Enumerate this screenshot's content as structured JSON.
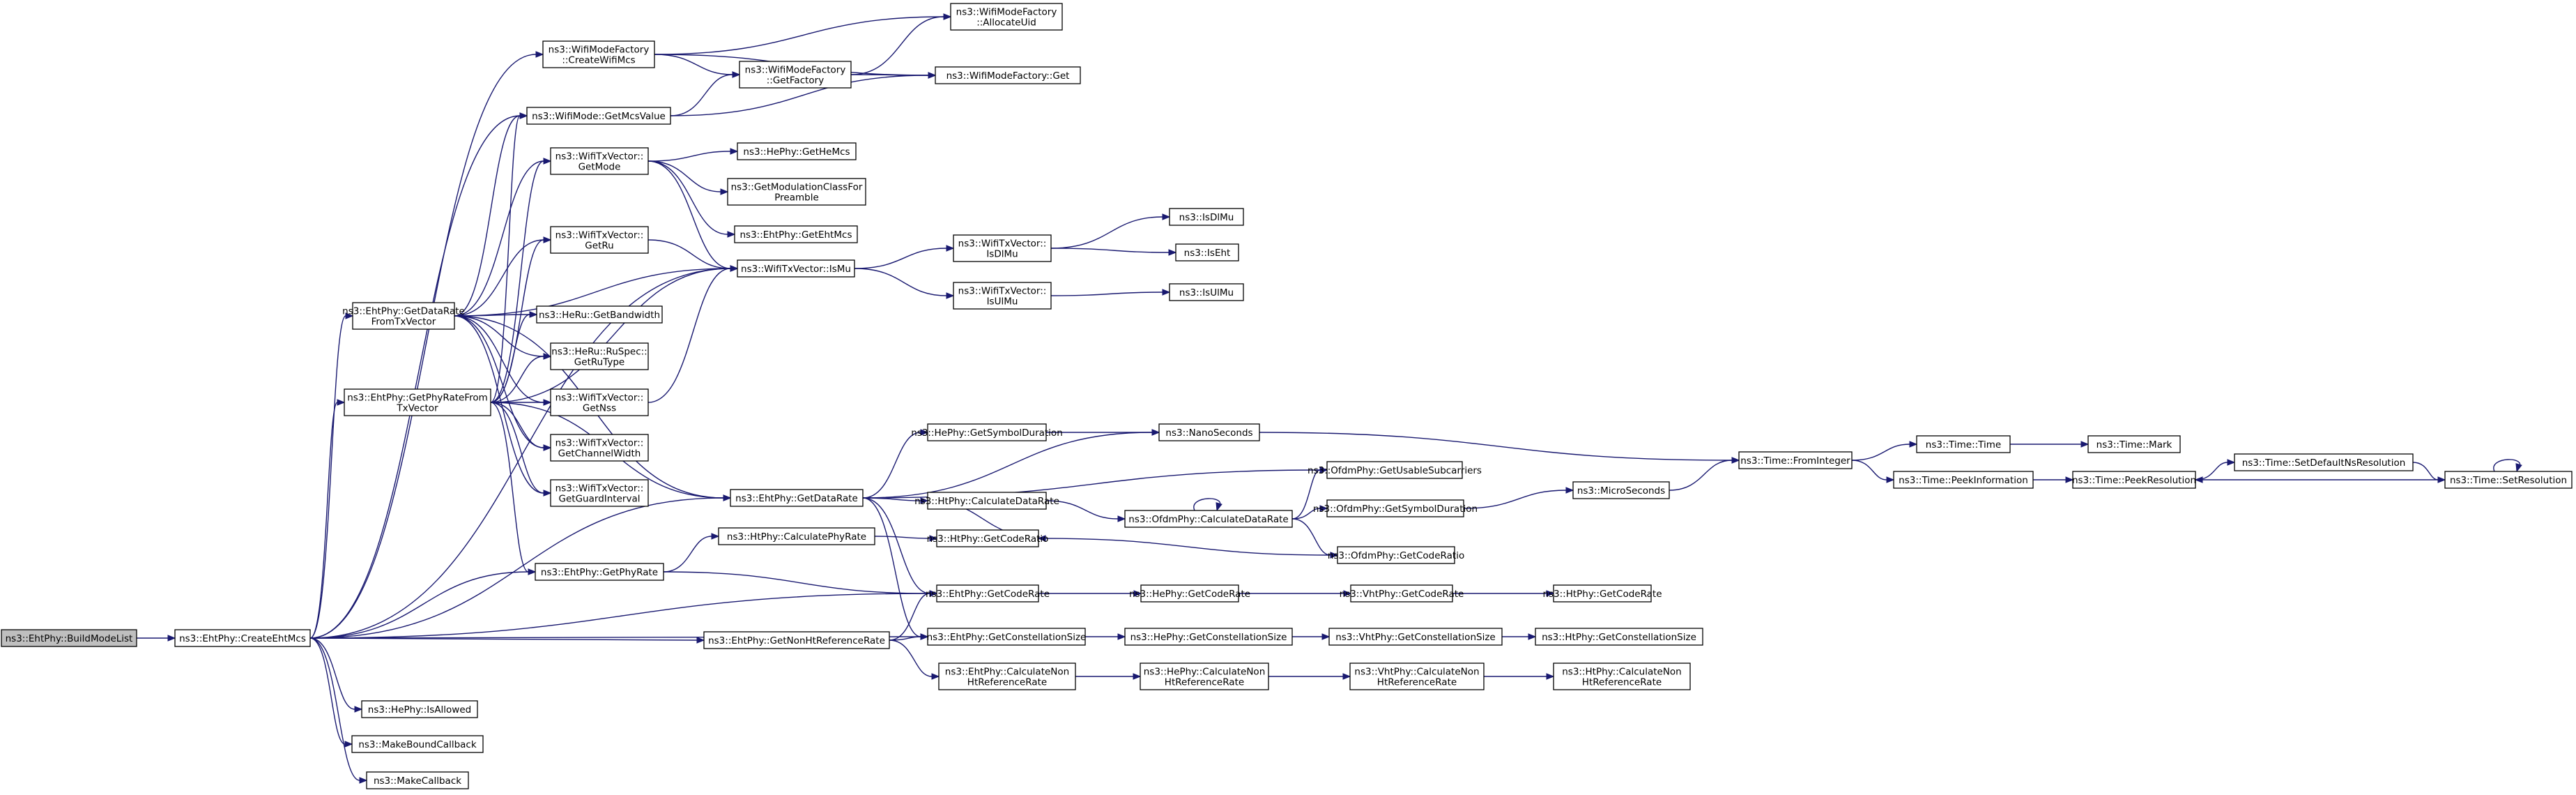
{
  "graph": {
    "nodes": [
      {
        "id": "BuildModeList",
        "lines": [
          "ns3::EhtPhy::BuildModeList"
        ],
        "root": true
      },
      {
        "id": "CreateEhtMcs",
        "lines": [
          "ns3::EhtPhy::CreateEhtMcs"
        ]
      },
      {
        "id": "CreateWifiMcs",
        "lines": [
          "ns3::WifiModeFactory",
          "::CreateWifiMcs"
        ]
      },
      {
        "id": "AllocateUid",
        "lines": [
          "ns3::WifiModeFactory",
          "::AllocateUid"
        ]
      },
      {
        "id": "GetFactory",
        "lines": [
          "ns3::WifiModeFactory",
          "::GetFactory"
        ]
      },
      {
        "id": "FactoryGet",
        "lines": [
          "ns3::WifiModeFactory::Get"
        ]
      },
      {
        "id": "GetMcsValue",
        "lines": [
          "ns3::WifiMode::GetMcsValue"
        ]
      },
      {
        "id": "GetMode",
        "lines": [
          "ns3::WifiTxVector::",
          "GetMode"
        ]
      },
      {
        "id": "GetHeMcs",
        "lines": [
          "ns3::HePhy::GetHeMcs"
        ]
      },
      {
        "id": "GetModulationClassForPreamble",
        "lines": [
          "ns3::GetModulationClassFor",
          "Preamble"
        ]
      },
      {
        "id": "GetEhtMcs",
        "lines": [
          "ns3::EhtPhy::GetEhtMcs"
        ]
      },
      {
        "id": "IsMu",
        "lines": [
          "ns3::WifiTxVector::IsMu"
        ]
      },
      {
        "id": "GetRu",
        "lines": [
          "ns3::WifiTxVector::",
          "GetRu"
        ]
      },
      {
        "id": "TxIsDlMu",
        "lines": [
          "ns3::WifiTxVector::",
          "IsDlMu"
        ]
      },
      {
        "id": "TxIsUlMu",
        "lines": [
          "ns3::WifiTxVector::",
          "IsUlMu"
        ]
      },
      {
        "id": "IsDlMu",
        "lines": [
          "ns3::IsDlMu"
        ]
      },
      {
        "id": "IsEht",
        "lines": [
          "ns3::IsEht"
        ]
      },
      {
        "id": "IsUlMu",
        "lines": [
          "ns3::IsUlMu"
        ]
      },
      {
        "id": "GetDataRateFromTxVector",
        "lines": [
          "ns3::EhtPhy::GetDataRate",
          "FromTxVector"
        ]
      },
      {
        "id": "GetBandwidth",
        "lines": [
          "ns3::HeRu::GetBandwidth"
        ]
      },
      {
        "id": "GetRuType",
        "lines": [
          "ns3::HeRu::RuSpec::",
          "GetRuType"
        ]
      },
      {
        "id": "GetPhyRateFromTxVector",
        "lines": [
          "ns3::EhtPhy::GetPhyRateFrom",
          "TxVector"
        ]
      },
      {
        "id": "GetNss",
        "lines": [
          "ns3::WifiTxVector::",
          "GetNss"
        ]
      },
      {
        "id": "GetChannelWidth",
        "lines": [
          "ns3::WifiTxVector::",
          "GetChannelWidth"
        ]
      },
      {
        "id": "GetGuardInterval",
        "lines": [
          "ns3::WifiTxVector::",
          "GetGuardInterval"
        ]
      },
      {
        "id": "GetSymbolDuration",
        "lines": [
          "ns3::HePhy::GetSymbolDuration"
        ]
      },
      {
        "id": "NanoSeconds",
        "lines": [
          "ns3::NanoSeconds"
        ]
      },
      {
        "id": "GetUsableSubcarriers",
        "lines": [
          "ns3::OfdmPhy::GetUsableSubcarriers"
        ]
      },
      {
        "id": "FromInteger",
        "lines": [
          "ns3::Time::FromInteger"
        ]
      },
      {
        "id": "TimeTime",
        "lines": [
          "ns3::Time::Time"
        ]
      },
      {
        "id": "TimeMark",
        "lines": [
          "ns3::Time::Mark"
        ]
      },
      {
        "id": "PeekInformation",
        "lines": [
          "ns3::Time::PeekInformation"
        ]
      },
      {
        "id": "PeekResolution",
        "lines": [
          "ns3::Time::PeekResolution"
        ]
      },
      {
        "id": "SetDefaultNsResolution",
        "lines": [
          "ns3::Time::SetDefaultNsResolution"
        ]
      },
      {
        "id": "SetResolution",
        "lines": [
          "ns3::Time::SetResolution"
        ]
      },
      {
        "id": "EhtGetDataRate",
        "lines": [
          "ns3::EhtPhy::GetDataRate"
        ]
      },
      {
        "id": "HtCalculateDataRate",
        "lines": [
          "ns3::HtPhy::CalculateDataRate"
        ]
      },
      {
        "id": "OfdmCalculateDataRate",
        "lines": [
          "ns3::OfdmPhy::CalculateDataRate"
        ]
      },
      {
        "id": "OfdmGetSymbolDuration",
        "lines": [
          "ns3::OfdmPhy::GetSymbolDuration"
        ]
      },
      {
        "id": "MicroSeconds",
        "lines": [
          "ns3::MicroSeconds"
        ]
      },
      {
        "id": "HtCalculatePhyRate",
        "lines": [
          "ns3::HtPhy::CalculatePhyRate"
        ]
      },
      {
        "id": "HtGetCodeRatio",
        "lines": [
          "ns3::HtPhy::GetCodeRatio"
        ]
      },
      {
        "id": "OfdmGetCodeRatio",
        "lines": [
          "ns3::OfdmPhy::GetCodeRatio"
        ]
      },
      {
        "id": "EhtGetPhyRate",
        "lines": [
          "ns3::EhtPhy::GetPhyRate"
        ]
      },
      {
        "id": "EhtGetCodeRate",
        "lines": [
          "ns3::EhtPhy::GetCodeRate"
        ]
      },
      {
        "id": "HeGetCodeRate",
        "lines": [
          "ns3::HePhy::GetCodeRate"
        ]
      },
      {
        "id": "VhtGetCodeRate",
        "lines": [
          "ns3::VhtPhy::GetCodeRate"
        ]
      },
      {
        "id": "HtGetCodeRate",
        "lines": [
          "ns3::HtPhy::GetCodeRate"
        ]
      },
      {
        "id": "GetNonHtReferenceRate",
        "lines": [
          "ns3::EhtPhy::GetNonHtReferenceRate"
        ]
      },
      {
        "id": "EhtGetConstellationSize",
        "lines": [
          "ns3::EhtPhy::GetConstellationSize"
        ]
      },
      {
        "id": "HeGetConstellationSize",
        "lines": [
          "ns3::HePhy::GetConstellationSize"
        ]
      },
      {
        "id": "VhtGetConstellationSize",
        "lines": [
          "ns3::VhtPhy::GetConstellationSize"
        ]
      },
      {
        "id": "HtGetConstellationSize",
        "lines": [
          "ns3::HtPhy::GetConstellationSize"
        ]
      },
      {
        "id": "EhtCalculateNonHtReferenceRate",
        "lines": [
          "ns3::EhtPhy::CalculateNon",
          "HtReferenceRate"
        ]
      },
      {
        "id": "HeCalculateNonHtReferenceRate",
        "lines": [
          "ns3::HePhy::CalculateNon",
          "HtReferenceRate"
        ]
      },
      {
        "id": "VhtCalculateNonHtReferenceRate",
        "lines": [
          "ns3::VhtPhy::CalculateNon",
          "HtReferenceRate"
        ]
      },
      {
        "id": "HtCalculateNonHtReferenceRate",
        "lines": [
          "ns3::HtPhy::CalculateNon",
          "HtReferenceRate"
        ]
      },
      {
        "id": "IsAllowed",
        "lines": [
          "ns3::HePhy::IsAllowed"
        ]
      },
      {
        "id": "MakeBoundCallback",
        "lines": [
          "ns3::MakeBoundCallback"
        ]
      },
      {
        "id": "MakeCallback",
        "lines": [
          "ns3::MakeCallback"
        ]
      }
    ],
    "edges": [
      [
        "BuildModeList",
        "CreateEhtMcs"
      ],
      [
        "CreateEhtMcs",
        "CreateWifiMcs"
      ],
      [
        "CreateEhtMcs",
        "GetMcsValue"
      ],
      [
        "CreateEhtMcs",
        "GetDataRateFromTxVector"
      ],
      [
        "CreateEhtMcs",
        "GetPhyRateFromTxVector"
      ],
      [
        "CreateEhtMcs",
        "IsMu"
      ],
      [
        "CreateEhtMcs",
        "EhtGetDataRate"
      ],
      [
        "CreateEhtMcs",
        "EhtGetPhyRate"
      ],
      [
        "CreateEhtMcs",
        "EhtGetCodeRate"
      ],
      [
        "CreateEhtMcs",
        "GetNonHtReferenceRate"
      ],
      [
        "CreateEhtMcs",
        "EhtGetConstellationSize"
      ],
      [
        "CreateEhtMcs",
        "IsAllowed"
      ],
      [
        "CreateEhtMcs",
        "MakeBoundCallback"
      ],
      [
        "CreateEhtMcs",
        "MakeCallback"
      ],
      [
        "CreateWifiMcs",
        "AllocateUid"
      ],
      [
        "CreateWifiMcs",
        "GetFactory"
      ],
      [
        "CreateWifiMcs",
        "FactoryGet"
      ],
      [
        "GetFactory",
        "AllocateUid"
      ],
      [
        "GetFactory",
        "FactoryGet"
      ],
      [
        "GetMcsValue",
        "GetFactory"
      ],
      [
        "GetMcsValue",
        "FactoryGet"
      ],
      [
        "GetMode",
        "GetHeMcs"
      ],
      [
        "GetMode",
        "GetModulationClassForPreamble"
      ],
      [
        "GetMode",
        "GetEhtMcs"
      ],
      [
        "GetMode",
        "IsMu"
      ],
      [
        "GetRu",
        "IsMu"
      ],
      [
        "IsMu",
        "TxIsDlMu"
      ],
      [
        "IsMu",
        "TxIsUlMu"
      ],
      [
        "TxIsDlMu",
        "IsDlMu"
      ],
      [
        "TxIsDlMu",
        "IsEht"
      ],
      [
        "TxIsUlMu",
        "IsUlMu"
      ],
      [
        "GetNss",
        "IsMu"
      ],
      [
        "GetDataRateFromTxVector",
        "GetMcsValue"
      ],
      [
        "GetDataRateFromTxVector",
        "GetMode"
      ],
      [
        "GetDataRateFromTxVector",
        "GetRu"
      ],
      [
        "GetDataRateFromTxVector",
        "IsMu"
      ],
      [
        "GetDataRateFromTxVector",
        "GetBandwidth"
      ],
      [
        "GetDataRateFromTxVector",
        "GetRuType"
      ],
      [
        "GetDataRateFromTxVector",
        "GetNss"
      ],
      [
        "GetDataRateFromTxVector",
        "GetChannelWidth"
      ],
      [
        "GetDataRateFromTxVector",
        "GetGuardInterval"
      ],
      [
        "GetDataRateFromTxVector",
        "EhtGetDataRate"
      ],
      [
        "GetPhyRateFromTxVector",
        "GetMcsValue"
      ],
      [
        "GetPhyRateFromTxVector",
        "GetMode"
      ],
      [
        "GetPhyRateFromTxVector",
        "GetRu"
      ],
      [
        "GetPhyRateFromTxVector",
        "IsMu"
      ],
      [
        "GetPhyRateFromTxVector",
        "GetBandwidth"
      ],
      [
        "GetPhyRateFromTxVector",
        "GetRuType"
      ],
      [
        "GetPhyRateFromTxVector",
        "GetNss"
      ],
      [
        "GetPhyRateFromTxVector",
        "GetChannelWidth"
      ],
      [
        "GetPhyRateFromTxVector",
        "GetGuardInterval"
      ],
      [
        "GetPhyRateFromTxVector",
        "EhtGetPhyRate"
      ],
      [
        "GetPhyRateFromTxVector",
        "EhtGetDataRate"
      ],
      [
        "EhtGetDataRate",
        "GetSymbolDuration"
      ],
      [
        "EhtGetDataRate",
        "NanoSeconds"
      ],
      [
        "EhtGetDataRate",
        "GetUsableSubcarriers"
      ],
      [
        "EhtGetDataRate",
        "HtCalculateDataRate"
      ],
      [
        "EhtGetDataRate",
        "EhtGetCodeRate"
      ],
      [
        "EhtGetDataRate",
        "EhtGetConstellationSize"
      ],
      [
        "GetSymbolDuration",
        "NanoSeconds"
      ],
      [
        "NanoSeconds",
        "FromInteger"
      ],
      [
        "FromInteger",
        "TimeTime"
      ],
      [
        "FromInteger",
        "PeekInformation"
      ],
      [
        "TimeTime",
        "TimeMark"
      ],
      [
        "PeekInformation",
        "PeekResolution"
      ],
      [
        "PeekResolution",
        "SetDefaultNsResolution"
      ],
      [
        "SetDefaultNsResolution",
        "SetResolution"
      ],
      [
        "SetResolution",
        "PeekResolution"
      ],
      [
        "SetResolution",
        "SetResolution"
      ],
      [
        "HtCalculateDataRate",
        "OfdmCalculateDataRate"
      ],
      [
        "HtCalculateDataRate",
        "HtGetCodeRatio"
      ],
      [
        "OfdmCalculateDataRate",
        "OfdmCalculateDataRate"
      ],
      [
        "OfdmCalculateDataRate",
        "GetUsableSubcarriers"
      ],
      [
        "OfdmCalculateDataRate",
        "OfdmGetSymbolDuration"
      ],
      [
        "OfdmCalculateDataRate",
        "OfdmGetCodeRatio"
      ],
      [
        "OfdmGetSymbolDuration",
        "MicroSeconds"
      ],
      [
        "MicroSeconds",
        "FromInteger"
      ],
      [
        "EhtGetPhyRate",
        "HtCalculatePhyRate"
      ],
      [
        "EhtGetPhyRate",
        "EhtGetCodeRate"
      ],
      [
        "HtCalculatePhyRate",
        "HtGetCodeRatio"
      ],
      [
        "HtGetCodeRatio",
        "OfdmGetCodeRatio"
      ],
      [
        "EhtGetCodeRate",
        "HeGetCodeRate"
      ],
      [
        "HeGetCodeRate",
        "VhtGetCodeRate"
      ],
      [
        "VhtGetCodeRate",
        "HtGetCodeRate"
      ],
      [
        "GetNonHtReferenceRate",
        "EhtGetCodeRate"
      ],
      [
        "GetNonHtReferenceRate",
        "EhtGetConstellationSize"
      ],
      [
        "GetNonHtReferenceRate",
        "EhtCalculateNonHtReferenceRate"
      ],
      [
        "EhtGetConstellationSize",
        "HeGetConstellationSize"
      ],
      [
        "HeGetConstellationSize",
        "VhtGetConstellationSize"
      ],
      [
        "VhtGetConstellationSize",
        "HtGetConstellationSize"
      ],
      [
        "EhtCalculateNonHtReferenceRate",
        "HeCalculateNonHtReferenceRate"
      ],
      [
        "HeCalculateNonHtReferenceRate",
        "VhtCalculateNonHtReferenceRate"
      ],
      [
        "VhtCalculateNonHtReferenceRate",
        "HtCalculateNonHtReferenceRate"
      ]
    ],
    "colors": {
      "edge": "#191970",
      "node_border": "#000000",
      "node_fill": "#ffffff",
      "root_fill": "#bfbfbf"
    }
  }
}
